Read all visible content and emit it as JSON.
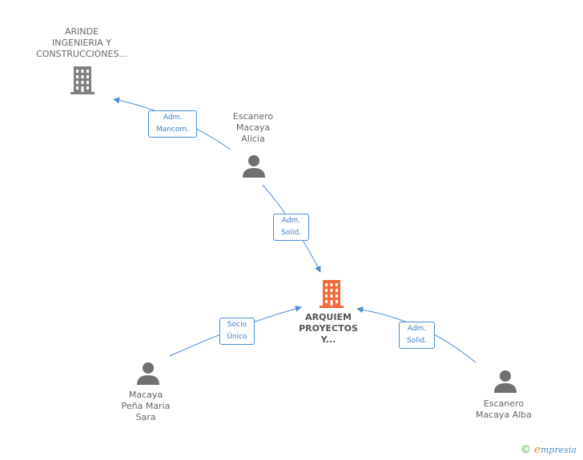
{
  "nodes": {
    "arinde": {
      "lines": [
        "ARINDE",
        "INGENIERIA Y",
        "CONSTRUCCIONES..."
      ]
    },
    "escanero_alicia": {
      "lines": [
        "Escanero",
        "Macaya",
        "Alicia"
      ]
    },
    "arquiem": {
      "lines": [
        "ARQUIEM",
        "PROYECTOS",
        "Y..."
      ]
    },
    "macaya_sara": {
      "lines": [
        "Macaya",
        "Peña Maria",
        "Sara"
      ]
    },
    "escanero_alba": {
      "lines": [
        "Escanero",
        "Macaya Alba"
      ]
    }
  },
  "edges": {
    "alicia_arinde": {
      "lines": [
        "Adm.",
        "Mancom."
      ]
    },
    "alicia_arquiem": {
      "lines": [
        "Adm.",
        "Solid."
      ]
    },
    "sara_arquiem": {
      "lines": [
        "Socio",
        "Único"
      ]
    },
    "alba_arquiem": {
      "lines": [
        "Adm.",
        "Solid."
      ]
    }
  },
  "footer": {
    "copyright": "©",
    "brand_e": "e",
    "brand_rest": "mpresia"
  },
  "colors": {
    "edge": "#4a8fd6",
    "company": "#808080",
    "company_highlight": "#f26b3a",
    "person": "#707070"
  }
}
